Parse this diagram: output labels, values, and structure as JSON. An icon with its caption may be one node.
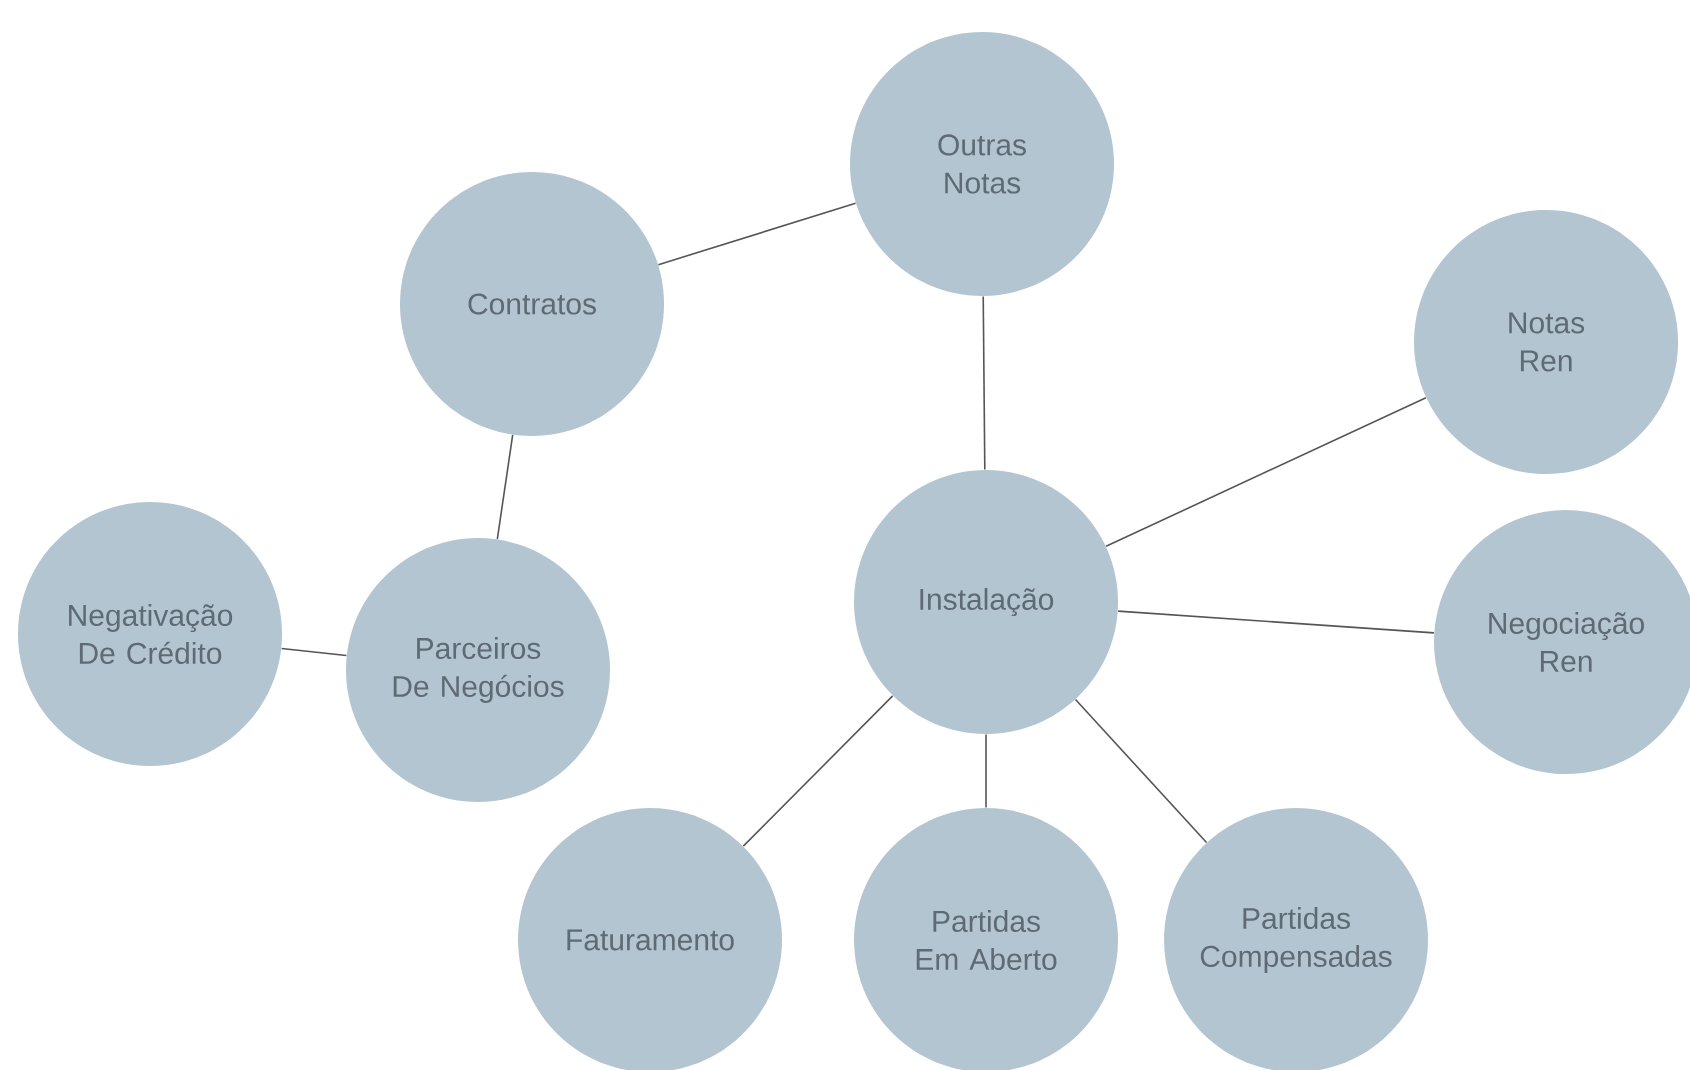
{
  "diagram": {
    "nodes": [
      {
        "text": [
          "Outras Notas"
        ]
      },
      {
        "text": [
          "Contratos"
        ]
      },
      {
        "text": [
          "Notas Ren"
        ]
      },
      {
        "text": [
          "Negativação De Crédito"
        ]
      },
      {
        "text": [
          "Parceiros De Negócios"
        ]
      },
      {
        "text": [
          "Instalação"
        ]
      },
      {
        "text": [
          "Negociação Ren"
        ]
      },
      {
        "text": [
          "Faturamento"
        ]
      },
      {
        "text": [
          "Partidas Em Aberto"
        ]
      },
      {
        "text": [
          "Partidas Compensadas"
        ]
      }
    ],
    "edges": [
      {
        "from": 0,
        "to": 1,
        "arrow": "none"
      },
      {
        "from": 0,
        "to": 5,
        "arrow": "none"
      },
      {
        "from": 1,
        "to": 4,
        "arrow": "none"
      },
      {
        "from": 3,
        "to": 4,
        "arrow": "none"
      },
      {
        "from": 5,
        "to": 2,
        "arrow": "none"
      },
      {
        "from": 5,
        "to": 6,
        "arrow": "none"
      },
      {
        "from": 5,
        "to": 7,
        "arrow": "none"
      },
      {
        "from": 5,
        "to": 8,
        "arrow": "none"
      },
      {
        "from": 5,
        "to": 9,
        "arrow": "none"
      }
    ]
  }
}
